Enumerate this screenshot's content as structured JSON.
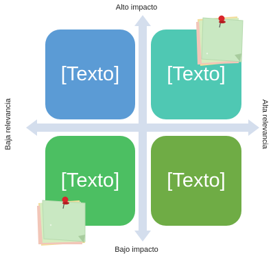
{
  "axes": {
    "top": "Alto impacto",
    "bottom": "Bajo impacto",
    "left": "Baja relevancia",
    "right": "Alta relevancia"
  },
  "quadrants": {
    "top_left": {
      "text": "[Texto]",
      "color": "#5b9bd5"
    },
    "top_right": {
      "text": "[Texto]",
      "color": "#4fc8b3"
    },
    "bottom_left": {
      "text": "[Texto]",
      "color": "#4cbf62"
    },
    "bottom_right": {
      "text": "[Texto]",
      "color": "#6fac45"
    }
  },
  "colors": {
    "axis": "#d4deed",
    "note_front": "#c9e8c2",
    "pin": "#d9252b"
  },
  "icons": [
    "sticky-note-pin-icon"
  ]
}
